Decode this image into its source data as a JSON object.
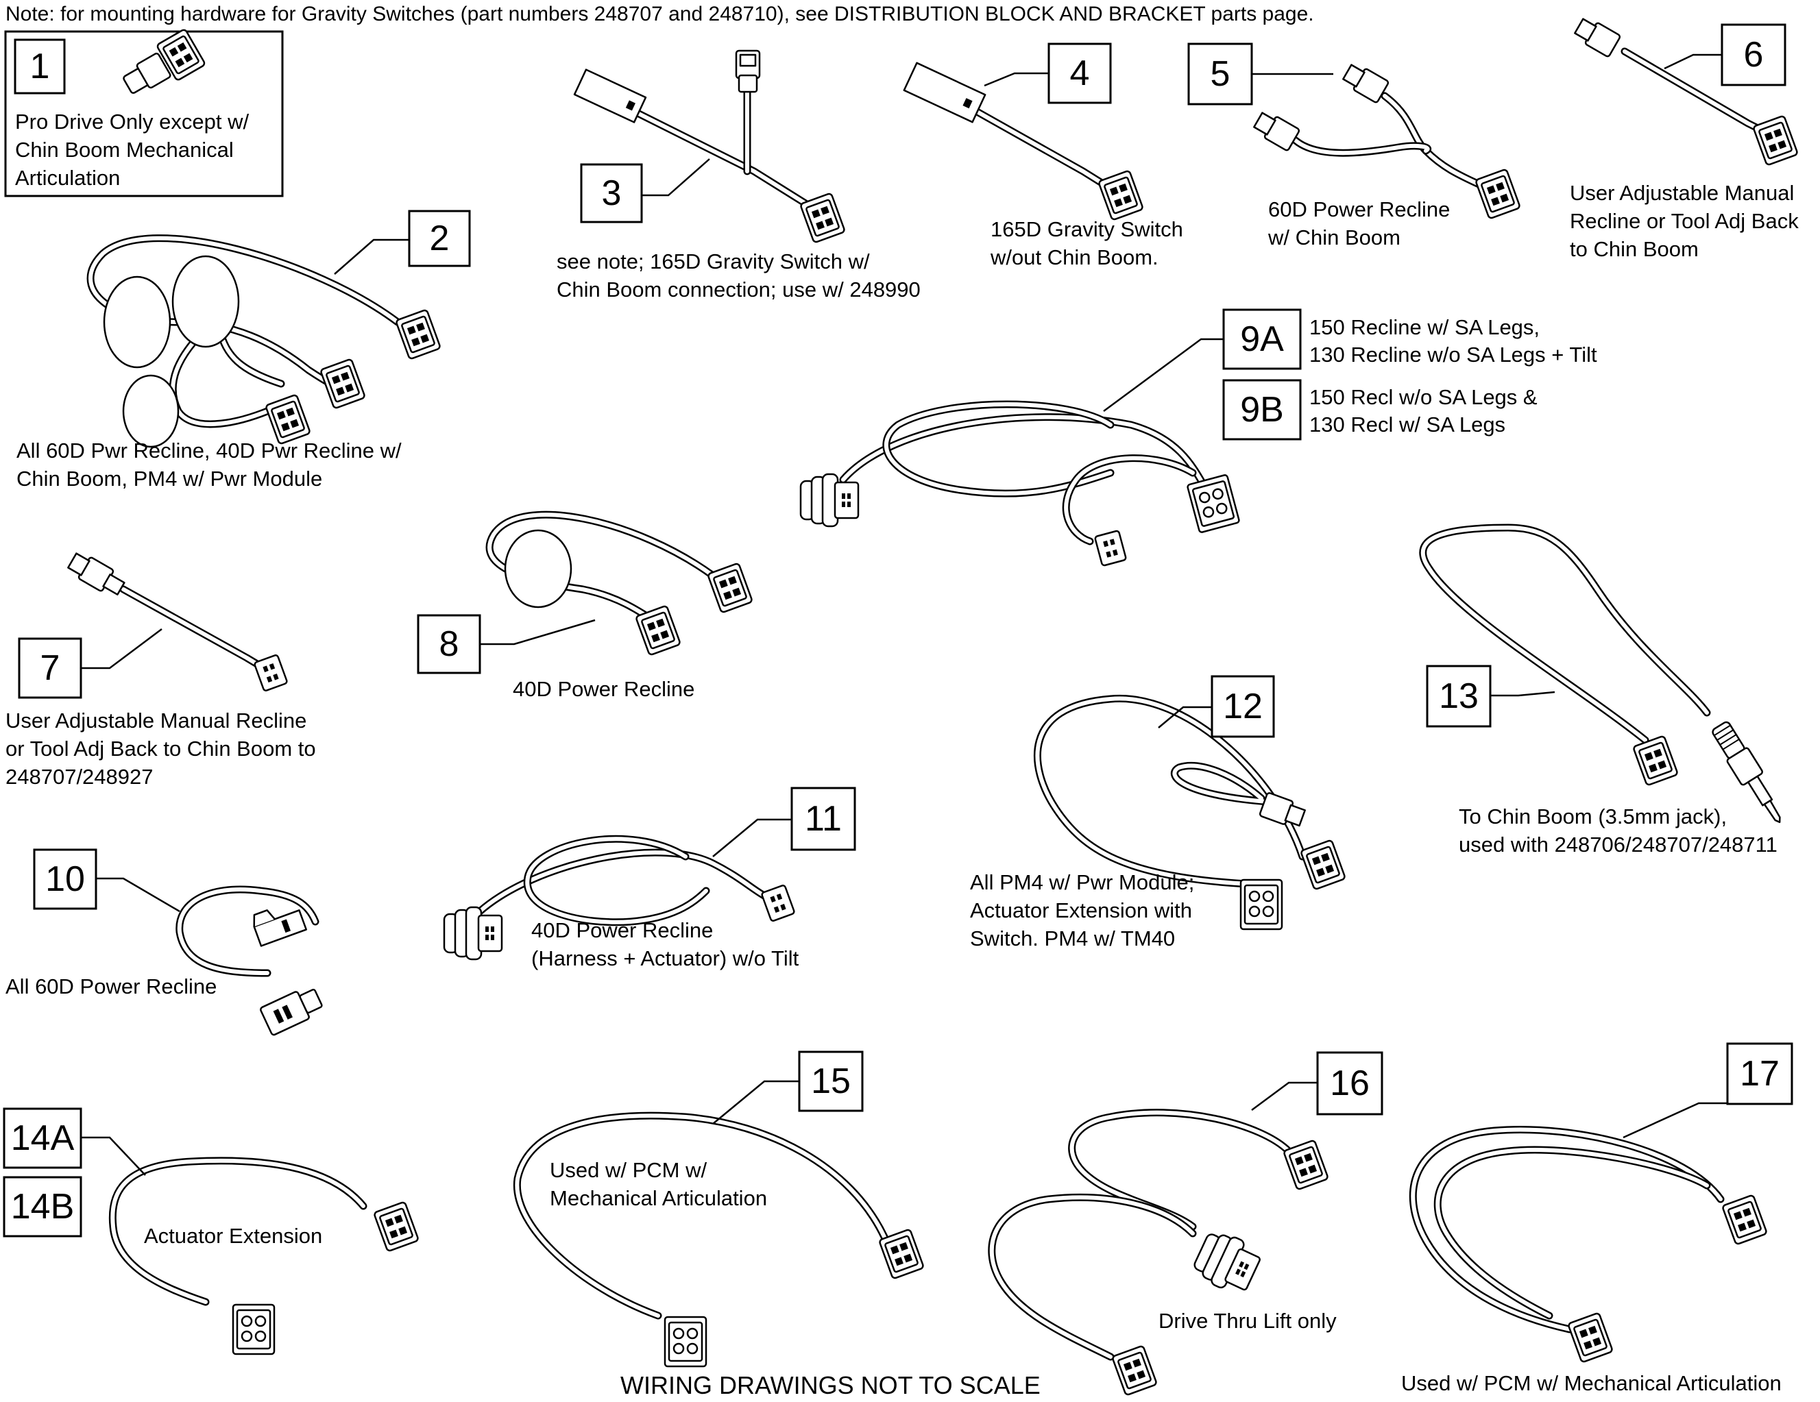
{
  "note": "Note: for mounting hardware for Gravity Switches (part numbers 248707 and 248710), see DISTRIBUTION BLOCK AND BRACKET parts page.",
  "footer": "WIRING DRAWINGS NOT TO SCALE",
  "items": [
    {
      "id": "1",
      "lines": [
        "Pro Drive Only except w/",
        "Chin Boom Mechanical",
        "Articulation"
      ]
    },
    {
      "id": "2",
      "lines": [
        "All 60D Pwr Recline, 40D Pwr Recline w/",
        "Chin Boom, PM4 w/ Pwr Module"
      ]
    },
    {
      "id": "3",
      "lines": [
        "see note; 165D Gravity Switch w/",
        "Chin Boom connection; use w/ 248990"
      ]
    },
    {
      "id": "4",
      "lines": [
        "165D Gravity Switch",
        "w/out Chin Boom."
      ]
    },
    {
      "id": "5",
      "lines": [
        "60D Power Recline",
        "w/ Chin Boom"
      ]
    },
    {
      "id": "6",
      "lines": [
        "User Adjustable Manual",
        "Recline or Tool Adj Back",
        "to Chin Boom"
      ]
    },
    {
      "id": "7",
      "lines": [
        "User Adjustable Manual Recline",
        "or Tool Adj Back  to Chin Boom to",
        "248707/248927"
      ]
    },
    {
      "id": "8",
      "lines": [
        "40D Power Recline"
      ]
    },
    {
      "id": "9A",
      "lines": [
        "150 Recline w/ SA Legs,",
        "130 Recline w/o SA Legs + Tilt"
      ]
    },
    {
      "id": "9B",
      "lines": [
        "150 Recl w/o SA Legs &",
        " 130 Recl w/ SA Legs"
      ]
    },
    {
      "id": "10",
      "lines": [
        "All 60D Power Recline"
      ]
    },
    {
      "id": "11",
      "lines": [
        "40D Power Recline",
        "(Harness + Actuator) w/o Tilt"
      ]
    },
    {
      "id": "12",
      "lines": [
        "All PM4 w/ Pwr Module;",
        "Actuator Extension with",
        "Switch. PM4 w/ TM40"
      ]
    },
    {
      "id": "13",
      "lines": [
        "To Chin Boom (3.5mm jack),",
        "used with 248706/248707/248711"
      ]
    },
    {
      "id": "14A",
      "lines": []
    },
    {
      "id": "14B",
      "lines": [
        "Actuator Extension"
      ]
    },
    {
      "id": "15",
      "lines": [
        "Used w/ PCM w/",
        "Mechanical Articulation"
      ]
    },
    {
      "id": "16",
      "lines": [
        "Drive Thru Lift only"
      ]
    },
    {
      "id": "17",
      "lines": [
        "Used w/ PCM w/ Mechanical Articulation"
      ]
    }
  ]
}
